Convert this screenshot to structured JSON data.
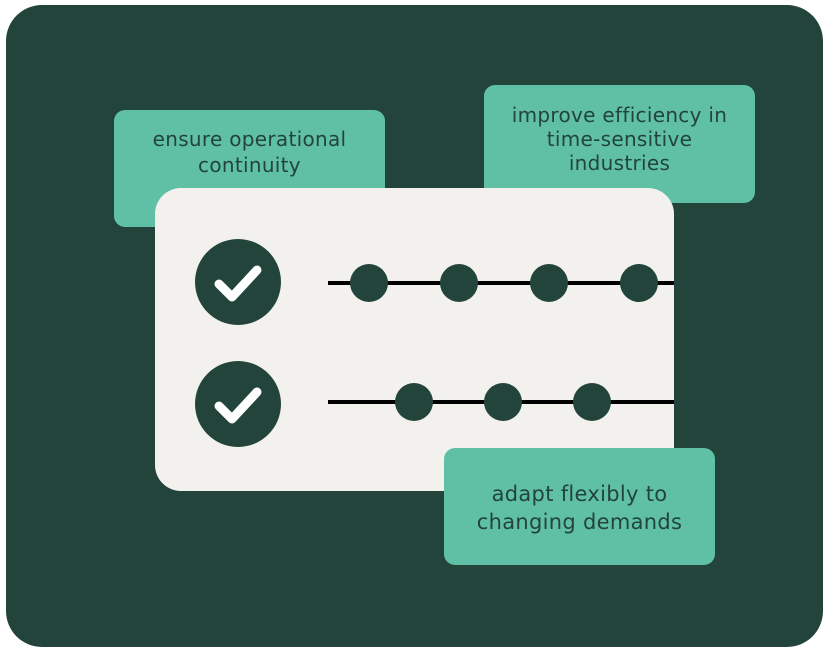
{
  "tags": {
    "operational_continuity": [
      "ensure operational",
      "continuity"
    ],
    "efficiency": [
      "improve efficiency in",
      "time-sensitive",
      "industries"
    ],
    "adapt": [
      "adapt flexibly to",
      "changing demands"
    ]
  },
  "checklist": {
    "rows": [
      {
        "checked": true,
        "milestones": 4
      },
      {
        "checked": true,
        "milestones": 3
      }
    ]
  },
  "colors": {
    "background": "#23443a",
    "card": "#f2f1ed",
    "accent": "#5fc0a6",
    "line": "#000000"
  }
}
